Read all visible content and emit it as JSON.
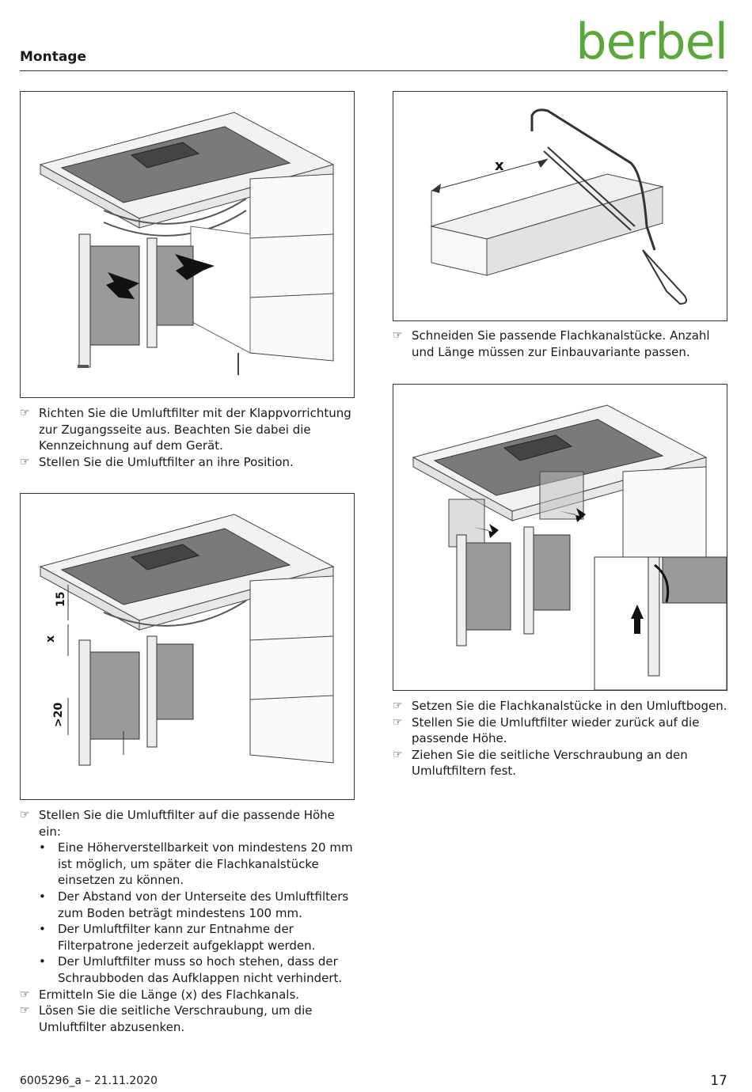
{
  "header": {
    "title": "Montage",
    "logo": "berbel"
  },
  "col_left": {
    "block1": [
      "Richten Sie die Umluftfilter mit der Klappvorrichtung zur Zugangsseite aus. Beachten Sie dabei die Kennzeichnung auf dem Gerät.",
      "Stellen Sie die Umluftfilter an ihre Position."
    ],
    "block2": {
      "intro": "Stellen Sie die Umluftfilter auf die passende Höhe ein:",
      "bullets": [
        "Eine Höherverstellbarkeit von mindestens 20 mm ist möglich, um später die Flachkanalstücke einsetzen zu können.",
        "Der Abstand von der Unterseite des Umluftfilters zum Boden beträgt mindestens 100 mm.",
        "Der Umluftfilter kann zur Entnahme der Filterpatrone jederzeit aufgeklappt werden.",
        "Der Umluftfilter muss so hoch stehen, dass der Schraubboden das Aufklappen nicht verhindert."
      ],
      "steps": [
        "Ermitteln Sie die Länge (x) des Flachkanals.",
        "Lösen Sie die seitliche Verschraubung, um die Umluftfilter abzusenken."
      ]
    }
  },
  "col_right": {
    "block1": [
      "Schneiden Sie passende Flachkanalstücke. Anzahl und Länge müssen zur Einbauvariante passen."
    ],
    "block2": [
      "Setzen Sie die Flachkanalstücke in den Umluftbogen.",
      "Stellen Sie die Umluftfilter wieder zurück auf die passende Höhe.",
      "Ziehen Sie die seitliche Verschraubung an den Umluftfiltern fest."
    ]
  },
  "figures": {
    "fig2_label": "x",
    "fig3_labels": {
      "top": "15",
      "mid": "x",
      "bottom": ">20"
    }
  },
  "footer": {
    "doc": "6005296_a – 21.11.2020",
    "page": "17"
  },
  "icons": {
    "step": "pointing-hand-icon",
    "bullet": "bullet-dot"
  },
  "colors": {
    "brand_green": "#5aa83a",
    "cooktop": "#777777"
  }
}
